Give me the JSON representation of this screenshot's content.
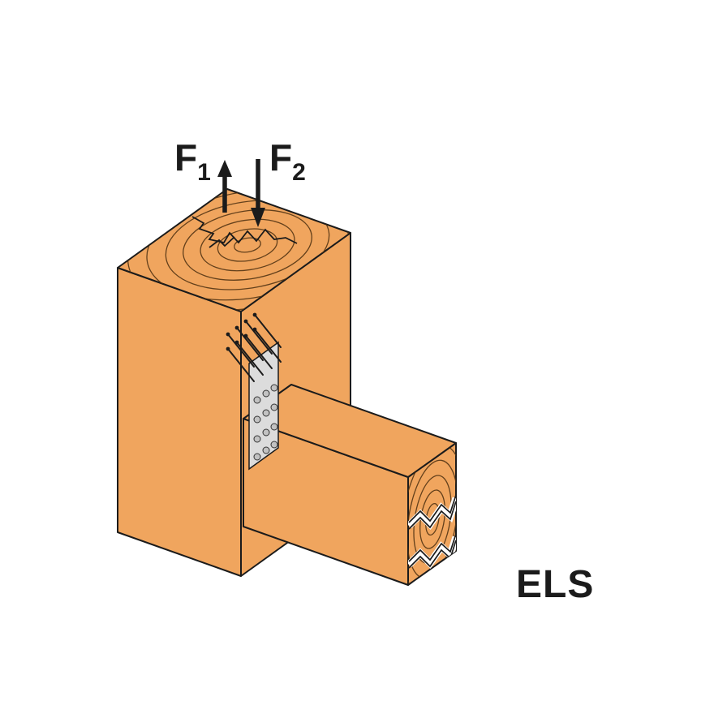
{
  "figure": {
    "type": "isometric technical illustration",
    "subject": "Concealed connector plate joining a horizontal timber beam to a vertical timber post, with applied force arrows"
  },
  "labels": {
    "force1": {
      "base": "F",
      "sub": "1",
      "direction": "up"
    },
    "force2": {
      "base": "F",
      "sub": "2",
      "direction": "down"
    },
    "product": "ELS"
  },
  "colors": {
    "wood": "#F0A55E",
    "outline": "#1b1b1b",
    "grain": "#4a2e10",
    "plate": "#dcdcdc",
    "screw": "#c2c2c2",
    "background": "#ffffff"
  }
}
